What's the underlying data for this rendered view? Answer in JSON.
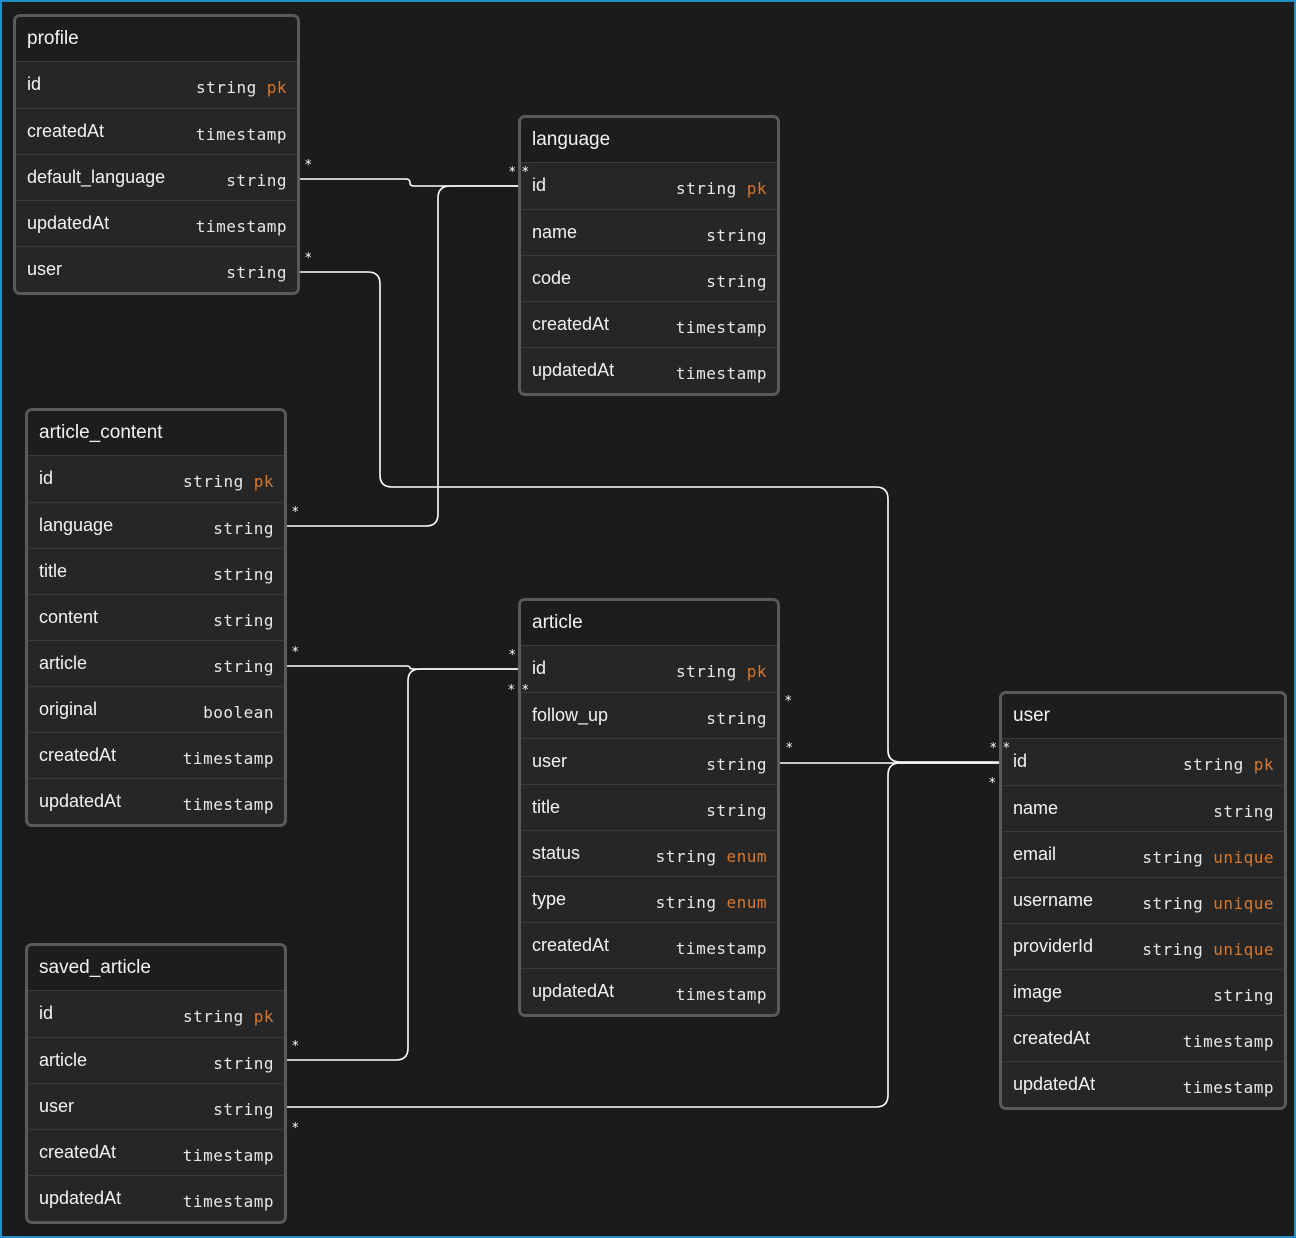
{
  "tables": [
    {
      "key": "profile",
      "name": "profile",
      "fields": [
        {
          "name": "id",
          "type": "string",
          "tag": "pk"
        },
        {
          "name": "createdAt",
          "type": "timestamp",
          "tag": ""
        },
        {
          "name": "default_language",
          "type": "string",
          "tag": ""
        },
        {
          "name": "updatedAt",
          "type": "timestamp",
          "tag": ""
        },
        {
          "name": "user",
          "type": "string",
          "tag": ""
        }
      ]
    },
    {
      "key": "language",
      "name": "language",
      "fields": [
        {
          "name": "id",
          "type": "string",
          "tag": "pk"
        },
        {
          "name": "name",
          "type": "string",
          "tag": ""
        },
        {
          "name": "code",
          "type": "string",
          "tag": ""
        },
        {
          "name": "createdAt",
          "type": "timestamp",
          "tag": ""
        },
        {
          "name": "updatedAt",
          "type": "timestamp",
          "tag": ""
        }
      ]
    },
    {
      "key": "article_content",
      "name": "article_content",
      "fields": [
        {
          "name": "id",
          "type": "string",
          "tag": "pk"
        },
        {
          "name": "language",
          "type": "string",
          "tag": ""
        },
        {
          "name": "title",
          "type": "string",
          "tag": ""
        },
        {
          "name": "content",
          "type": "string",
          "tag": ""
        },
        {
          "name": "article",
          "type": "string",
          "tag": ""
        },
        {
          "name": "original",
          "type": "boolean",
          "tag": ""
        },
        {
          "name": "createdAt",
          "type": "timestamp",
          "tag": ""
        },
        {
          "name": "updatedAt",
          "type": "timestamp",
          "tag": ""
        }
      ]
    },
    {
      "key": "article",
      "name": "article",
      "fields": [
        {
          "name": "id",
          "type": "string",
          "tag": "pk"
        },
        {
          "name": "follow_up",
          "type": "string",
          "tag": ""
        },
        {
          "name": "user",
          "type": "string",
          "tag": ""
        },
        {
          "name": "title",
          "type": "string",
          "tag": ""
        },
        {
          "name": "status",
          "type": "string",
          "tag": "enum"
        },
        {
          "name": "type",
          "type": "string",
          "tag": "enum"
        },
        {
          "name": "createdAt",
          "type": "timestamp",
          "tag": ""
        },
        {
          "name": "updatedAt",
          "type": "timestamp",
          "tag": ""
        }
      ]
    },
    {
      "key": "user",
      "name": "user",
      "fields": [
        {
          "name": "id",
          "type": "string",
          "tag": "pk"
        },
        {
          "name": "name",
          "type": "string",
          "tag": ""
        },
        {
          "name": "email",
          "type": "string",
          "tag": "unique"
        },
        {
          "name": "username",
          "type": "string",
          "tag": "unique"
        },
        {
          "name": "providerId",
          "type": "string",
          "tag": "unique"
        },
        {
          "name": "image",
          "type": "string",
          "tag": ""
        },
        {
          "name": "createdAt",
          "type": "timestamp",
          "tag": ""
        },
        {
          "name": "updatedAt",
          "type": "timestamp",
          "tag": ""
        }
      ]
    },
    {
      "key": "saved_article",
      "name": "saved_article",
      "fields": [
        {
          "name": "id",
          "type": "string",
          "tag": "pk"
        },
        {
          "name": "article",
          "type": "string",
          "tag": ""
        },
        {
          "name": "user",
          "type": "string",
          "tag": ""
        },
        {
          "name": "createdAt",
          "type": "timestamp",
          "tag": ""
        },
        {
          "name": "updatedAt",
          "type": "timestamp",
          "tag": ""
        }
      ]
    }
  ],
  "relationships": [
    {
      "from": "profile.default_language",
      "to": "language.id",
      "from_card": "*",
      "to_card": "*"
    },
    {
      "from": "article_content.language",
      "to": "language.id",
      "from_card": "*",
      "to_card": "*"
    },
    {
      "from": "profile.user",
      "to": "user.id",
      "from_card": "*",
      "to_card": "*"
    },
    {
      "from": "article_content.article",
      "to": "article.id",
      "from_card": "*",
      "to_card": "*"
    },
    {
      "from": "saved_article.article",
      "to": "article.id",
      "from_card": "*",
      "to_card": "*"
    },
    {
      "from": "article.user",
      "to": "user.id",
      "from_card": "*",
      "to_card": "*"
    },
    {
      "from": "saved_article.user",
      "to": "user.id",
      "from_card": "*",
      "to_card": "*"
    }
  ],
  "colors": {
    "background": "#1b1b1b",
    "frame": "#1f8fc4",
    "tag": "#d9772b",
    "line": "#ffffff"
  }
}
